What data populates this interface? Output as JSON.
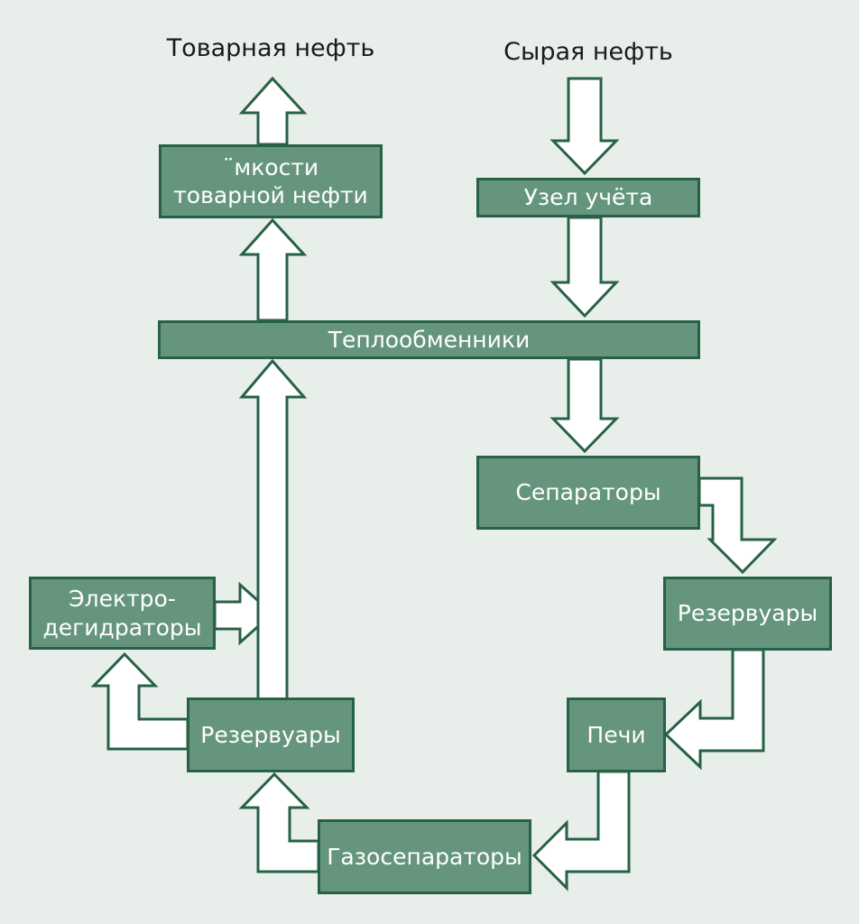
{
  "labels": {
    "output": "Товарная нефть",
    "input": "Сырая нефть"
  },
  "nodes": {
    "storage_tanks": "¨мкости\nтоварной нефти",
    "metering": "Узел учёта",
    "heat_exchangers": "Теплообменники",
    "separators": "Сепараторы",
    "reservoirs_right": "Резервуары",
    "furnaces": "Печи",
    "gas_separators": "Газосепараторы",
    "reservoirs_left": "Резервуары",
    "electro_dehydrators": "Электро-\nдегидраторы"
  },
  "colors": {
    "background": "#e8eeea",
    "box_fill": "#66957d",
    "box_border": "#276146",
    "arrow_fill": "#ffffff",
    "arrow_stroke": "#276146"
  }
}
